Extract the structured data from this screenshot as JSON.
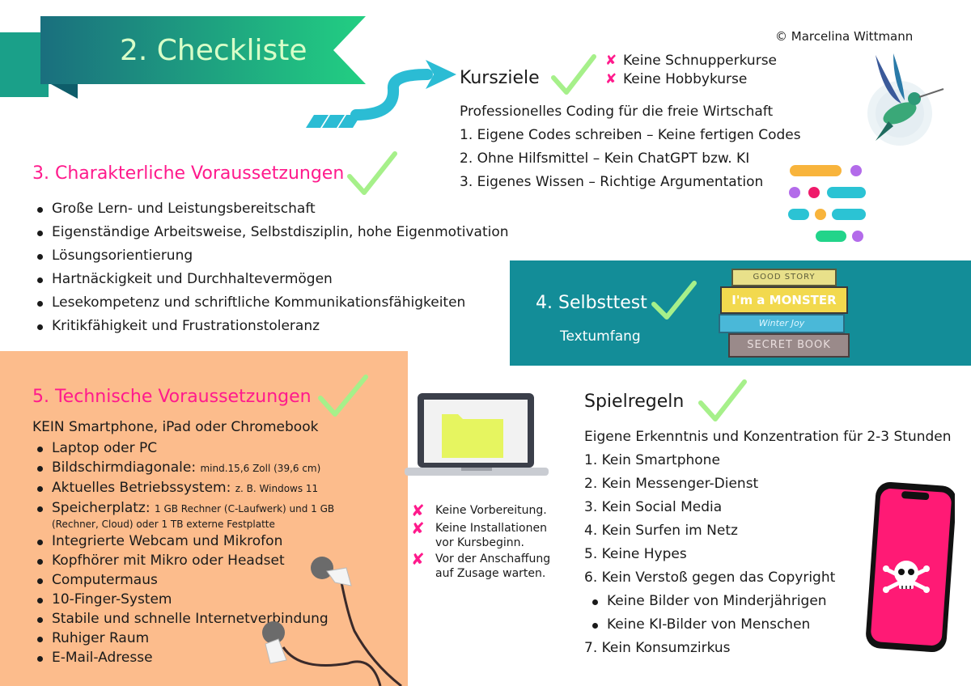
{
  "copyright": "© Marcelina Wittmann",
  "section2": {
    "title": "2. Checkliste"
  },
  "kursziele": {
    "title": "Kursziele",
    "excluded": [
      "Keine Schnupperkurse",
      "Keine Hobbykurse"
    ],
    "subtitle": "Professionelles Coding für die freie Wirtschaft",
    "items": [
      "1. Eigene Codes schreiben – Keine fertigen Codes",
      "2. Ohne Hilfsmittel – Kein ChatGPT bzw. KI",
      "3. Eigenes Wissen – Richtige Argumentation"
    ]
  },
  "section3": {
    "title": "3. Charakterliche Voraussetzungen",
    "items": [
      "Große Lern- und Leistungsbereitschaft",
      "Eigenständige Arbeitsweise, Selbstdisziplin, hohe Eigenmotivation",
      "Lösungsorientierung",
      "Hartnäckigkeit und Durchhaltevermögen",
      "Lesekompetenz und schriftliche Kommunikationsfähigkeiten",
      "Kritikfähigkeit und Frustrationstoleranz"
    ]
  },
  "section4": {
    "title": "4. Selbsttest",
    "subtitle": "Textumfang",
    "books": [
      "GOOD STORY",
      "I'm a MONSTER",
      "Winter Joy",
      "SECRET BOOK"
    ]
  },
  "section5": {
    "title": "5. Technische Voraussetzungen",
    "intro": "KEIN Smartphone, iPad oder Chromebook",
    "items": [
      {
        "main": "Laptop oder PC",
        "small": ""
      },
      {
        "main": "Bildschirmdiagonale:",
        "small": "mind.15,6 Zoll (39,6 cm)"
      },
      {
        "main": "Aktuelles Betriebssystem:",
        "small": "z. B. Windows 11"
      },
      {
        "main": "Speicherplatz:",
        "small": "1 GB Rechner (C-Laufwerk) und 1 GB",
        "small2": "(Rechner, Cloud) oder 1 TB externe Festplatte"
      },
      {
        "main": "Integrierte Webcam und Mikrofon",
        "small": ""
      },
      {
        "main": "Kopfhörer mit Mikro oder Headset",
        "small": ""
      },
      {
        "main": "Computermaus",
        "small": ""
      },
      {
        "main": "10-Finger-System",
        "small": ""
      },
      {
        "main": "Stabile und schnelle Internetverbindung",
        "small": ""
      },
      {
        "main": "Ruhiger Raum",
        "small": ""
      },
      {
        "main": "E-Mail-Adresse",
        "small": ""
      }
    ]
  },
  "preparation": {
    "items": [
      {
        "line1": "Keine Vorbereitung.",
        "line2": ""
      },
      {
        "line1": "Keine Installationen",
        "line2": "vor Kursbeginn."
      },
      {
        "line1": "Vor der Anschaffung",
        "line2": "auf Zusage warten."
      }
    ]
  },
  "spielregeln": {
    "title": "Spielregeln",
    "intro": "Eigene Erkenntnis und Konzentration für 2-3 Stunden",
    "items": [
      "1. Kein Smartphone",
      "2. Kein Messenger-Dienst",
      "3. Kein Social Media",
      "4. Kein Surfen im Netz",
      "5. Keine Hypes",
      "6. Kein Verstoß gegen das Copyright"
    ],
    "subitems": [
      "Keine Bilder von Minderjährigen",
      "Keine KI-Bilder von Menschen"
    ],
    "last": "7. Kein Konsumzirkus"
  },
  "colors": {
    "magenta": "#ff1a8c",
    "check_green": "#a6f08a",
    "teal_box": "#138d98",
    "orange_box": "#fcbc8c",
    "banner_start": "#1a6f7e",
    "banner_end": "#22cf82"
  }
}
